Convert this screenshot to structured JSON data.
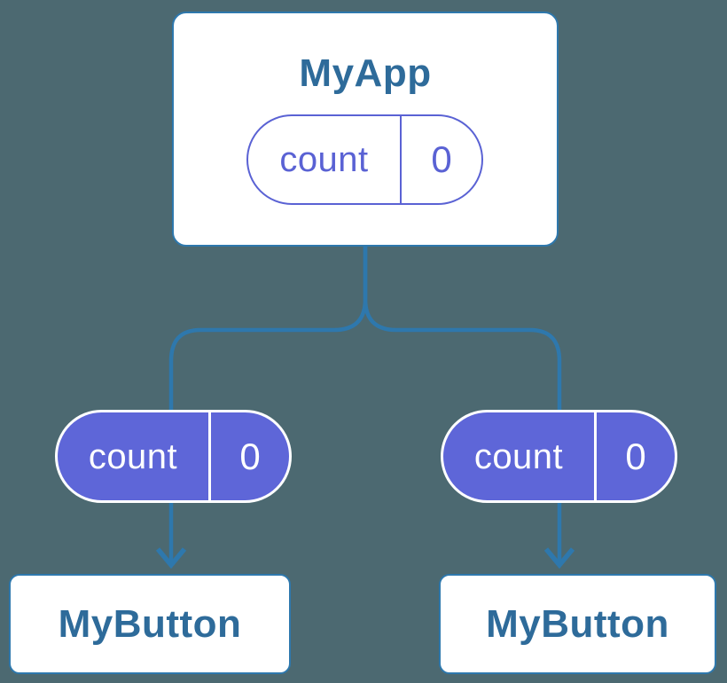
{
  "diagram": {
    "type": "component-tree",
    "colors": {
      "background": "#4c6971",
      "connector": "#2e78ad",
      "box_border": "#2e78ad",
      "box_fill": "#ffffff",
      "box_title_text": "#2e6b9a",
      "pill_fill": "#5e66d8",
      "pill_outline": "#5a62d4",
      "pill_text_on_fill": "#ffffff"
    },
    "root": {
      "title": "MyApp",
      "state": {
        "name": "count",
        "value": "0"
      }
    },
    "children": [
      {
        "title": "MyButton",
        "state": {
          "name": "count",
          "value": "0"
        }
      },
      {
        "title": "MyButton",
        "state": {
          "name": "count",
          "value": "0"
        }
      }
    ]
  }
}
